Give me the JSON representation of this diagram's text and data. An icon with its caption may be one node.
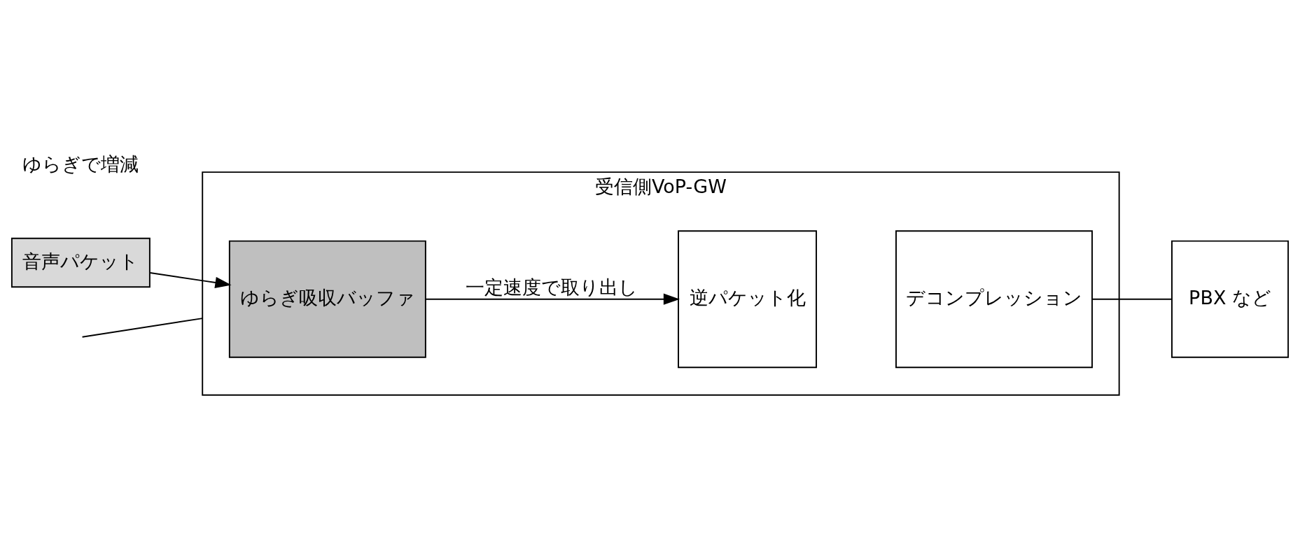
{
  "diagram": {
    "nodes": [
      {
        "text": [
          "受信側VoP-GW"
        ]
      },
      {
        "text": [
          "音声パケット"
        ]
      },
      {
        "text": [
          "ゆらぎ吸収バッファ"
        ],
        "in": 0
      },
      {
        "text": [
          "逆パケット化"
        ],
        "in": 0
      },
      {
        "text": [
          "デコンプレッション"
        ],
        "in": 0
      },
      {
        "text": [
          "PBX など"
        ]
      }
    ],
    "edges": [
      {
        "from": null,
        "to": 0,
        "arrow": "none"
      },
      {
        "from": 1,
        "to": 2,
        "arrow": "to"
      },
      {
        "from": 2,
        "to": 3,
        "arrow": "to",
        "label": "一定速度で取り出し"
      },
      {
        "from": 4,
        "to": 5,
        "arrow": "none"
      }
    ],
    "labels": [
      "ゆらぎで増減"
    ]
  }
}
